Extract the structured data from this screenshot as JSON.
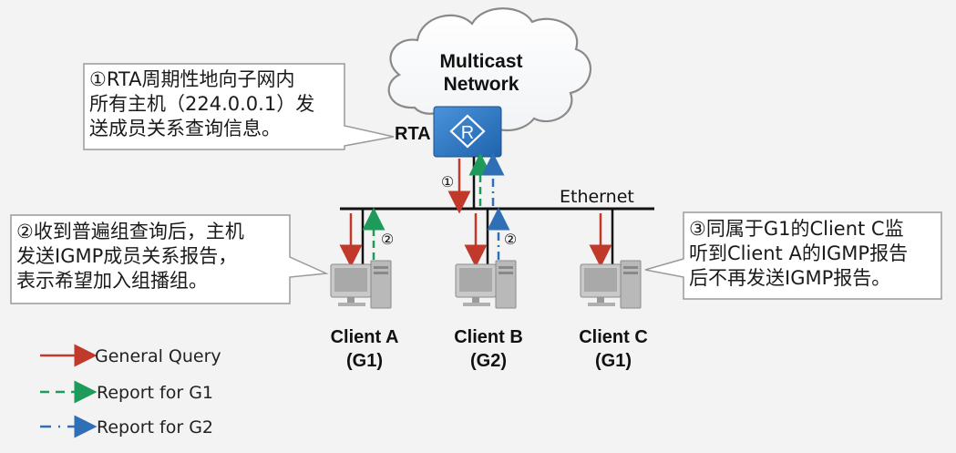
{
  "cloud_label": [
    "Multicast",
    "Network"
  ],
  "router": {
    "name": "RTA"
  },
  "bus_label": "Ethernet",
  "clients": [
    {
      "name": "Client A",
      "group": "(G1)"
    },
    {
      "name": "Client B",
      "group": "(G2)"
    },
    {
      "name": "Client C",
      "group": "(G1)"
    }
  ],
  "step_markers": {
    "query": "①",
    "report": "②"
  },
  "callouts": {
    "step1": "①RTA周期性地向子网内\n所有主机（224.0.0.1）发\n送成员关系查询信息。",
    "step2": "②收到普遍组查询后，主机\n发送IGMP成员关系报告，\n表示希望加入组播组。",
    "step3": "③同属于G1的Client C监\n听到Client A的IGMP报告\n后不再发送IGMP报告。"
  },
  "legend": [
    {
      "label": "General Query",
      "style": "solid",
      "color": "#c0392b"
    },
    {
      "label": "Report for G1",
      "style": "dashed",
      "color": "#1e9a5a"
    },
    {
      "label": "Report for G2",
      "style": "dashdot",
      "color": "#2f6fb5"
    }
  ],
  "colors": {
    "query": "#c0392b",
    "report_g1": "#1e9a5a",
    "report_g2": "#2f6fb5",
    "router": "#2b78c5"
  }
}
